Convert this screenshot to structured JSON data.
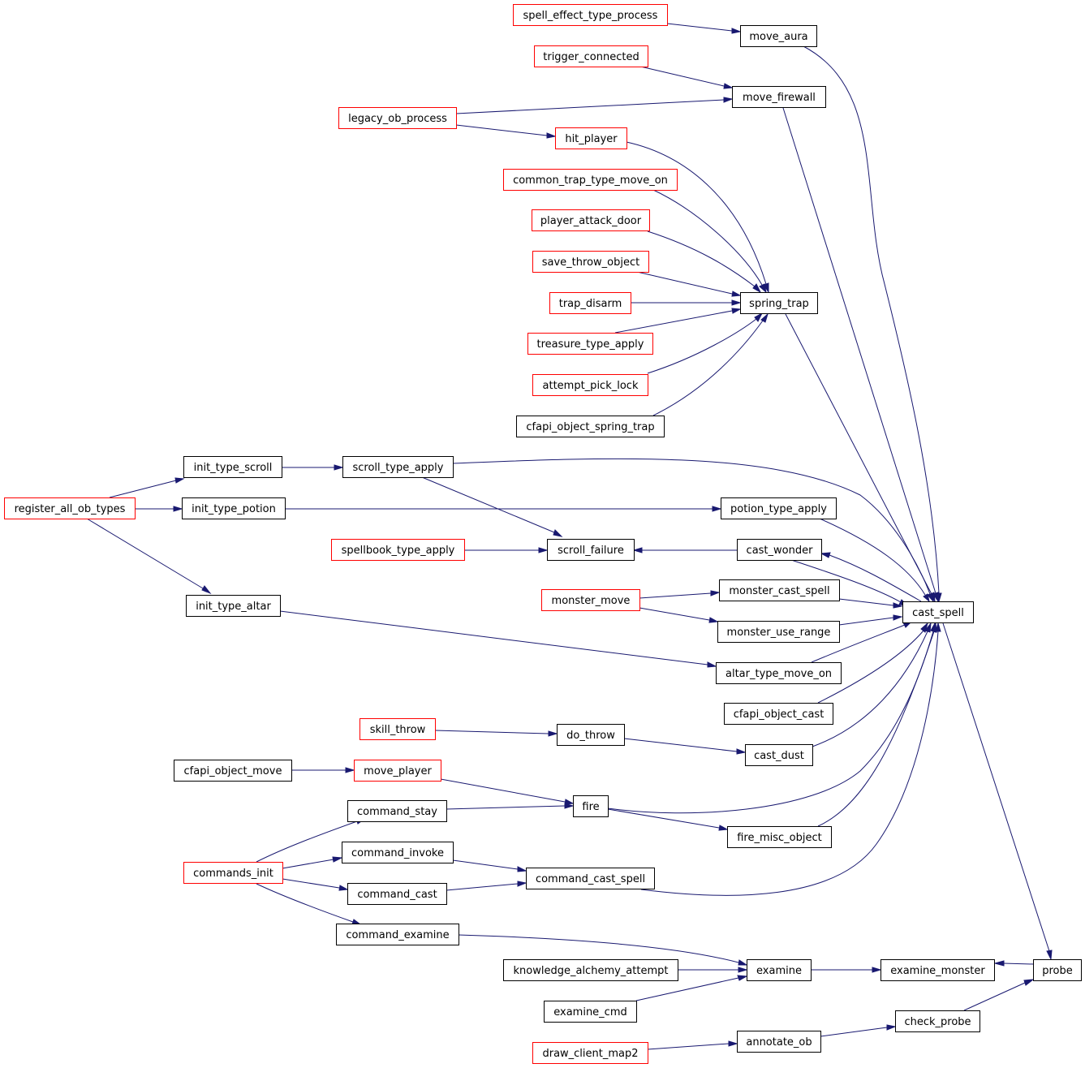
{
  "diagram": {
    "colors": {
      "edge": "#191970",
      "border_linked": "#ff0000",
      "border_plain": "#000000",
      "focus_fill": "#bfbfbf"
    },
    "nodes": [
      {
        "id": "probe",
        "label": "probe",
        "style": "focus"
      },
      {
        "id": "cast_spell",
        "label": "cast_spell",
        "style": "plain"
      },
      {
        "id": "examine_monster",
        "label": "examine_monster",
        "style": "plain"
      },
      {
        "id": "check_probe",
        "label": "check_probe",
        "style": "plain"
      },
      {
        "id": "move_aura",
        "label": "move_aura",
        "style": "plain"
      },
      {
        "id": "move_firewall",
        "label": "move_firewall",
        "style": "plain"
      },
      {
        "id": "spring_trap",
        "label": "spring_trap",
        "style": "plain"
      },
      {
        "id": "scroll_type_apply",
        "label": "scroll_type_apply",
        "style": "plain"
      },
      {
        "id": "potion_type_apply",
        "label": "potion_type_apply",
        "style": "plain"
      },
      {
        "id": "cast_wonder",
        "label": "cast_wonder",
        "style": "plain"
      },
      {
        "id": "monster_cast_spell",
        "label": "monster_cast_spell",
        "style": "plain"
      },
      {
        "id": "monster_use_range",
        "label": "monster_use_range",
        "style": "plain"
      },
      {
        "id": "altar_type_move_on",
        "label": "altar_type_move_on",
        "style": "plain"
      },
      {
        "id": "cfapi_object_cast",
        "label": "cfapi_object_cast",
        "style": "plain"
      },
      {
        "id": "cast_dust",
        "label": "cast_dust",
        "style": "plain"
      },
      {
        "id": "fire",
        "label": "fire",
        "style": "plain"
      },
      {
        "id": "fire_misc_object",
        "label": "fire_misc_object",
        "style": "plain"
      },
      {
        "id": "command_cast_spell",
        "label": "command_cast_spell",
        "style": "plain"
      },
      {
        "id": "examine",
        "label": "examine",
        "style": "plain"
      },
      {
        "id": "annotate_ob",
        "label": "annotate_ob",
        "style": "plain"
      },
      {
        "id": "spell_effect_type_process",
        "label": "spell_effect_type_process",
        "style": "linked"
      },
      {
        "id": "trigger_connected",
        "label": "trigger_connected",
        "style": "linked"
      },
      {
        "id": "legacy_ob_process",
        "label": "legacy_ob_process",
        "style": "linked"
      },
      {
        "id": "hit_player",
        "label": "hit_player",
        "style": "linked"
      },
      {
        "id": "common_trap_type_move_on",
        "label": "common_trap_type_move_on",
        "style": "linked"
      },
      {
        "id": "player_attack_door",
        "label": "player_attack_door",
        "style": "linked"
      },
      {
        "id": "save_throw_object",
        "label": "save_throw_object",
        "style": "linked"
      },
      {
        "id": "trap_disarm",
        "label": "trap_disarm",
        "style": "linked"
      },
      {
        "id": "treasure_type_apply",
        "label": "treasure_type_apply",
        "style": "linked"
      },
      {
        "id": "attempt_pick_lock",
        "label": "attempt_pick_lock",
        "style": "linked"
      },
      {
        "id": "cfapi_object_spring_trap",
        "label": "cfapi_object_spring_trap",
        "style": "plain"
      },
      {
        "id": "init_type_scroll",
        "label": "init_type_scroll",
        "style": "plain"
      },
      {
        "id": "register_all_ob_types",
        "label": "register_all_ob_types",
        "style": "linked"
      },
      {
        "id": "init_type_potion",
        "label": "init_type_potion",
        "style": "plain"
      },
      {
        "id": "scroll_failure",
        "label": "scroll_failure",
        "style": "plain"
      },
      {
        "id": "spellbook_type_apply",
        "label": "spellbook_type_apply",
        "style": "linked"
      },
      {
        "id": "init_type_altar",
        "label": "init_type_altar",
        "style": "plain"
      },
      {
        "id": "monster_move",
        "label": "monster_move",
        "style": "linked"
      },
      {
        "id": "skill_throw",
        "label": "skill_throw",
        "style": "linked"
      },
      {
        "id": "do_throw",
        "label": "do_throw",
        "style": "plain"
      },
      {
        "id": "cfapi_object_move",
        "label": "cfapi_object_move",
        "style": "plain"
      },
      {
        "id": "move_player",
        "label": "move_player",
        "style": "linked"
      },
      {
        "id": "command_stay",
        "label": "command_stay",
        "style": "plain"
      },
      {
        "id": "commands_init",
        "label": "commands_init",
        "style": "linked"
      },
      {
        "id": "command_invoke",
        "label": "command_invoke",
        "style": "plain"
      },
      {
        "id": "command_cast",
        "label": "command_cast",
        "style": "plain"
      },
      {
        "id": "command_examine",
        "label": "command_examine",
        "style": "plain"
      },
      {
        "id": "knowledge_alchemy_attempt",
        "label": "knowledge_alchemy_attempt",
        "style": "plain"
      },
      {
        "id": "examine_cmd",
        "label": "examine_cmd",
        "style": "plain"
      },
      {
        "id": "draw_client_map2",
        "label": "draw_client_map2",
        "style": "linked"
      }
    ],
    "edges": [
      {
        "from": "cast_spell",
        "to": "probe"
      },
      {
        "from": "probe",
        "to": "examine_monster"
      },
      {
        "from": "check_probe",
        "to": "probe"
      },
      {
        "from": "move_aura",
        "to": "cast_spell"
      },
      {
        "from": "move_firewall",
        "to": "cast_spell"
      },
      {
        "from": "spring_trap",
        "to": "cast_spell"
      },
      {
        "from": "scroll_type_apply",
        "to": "cast_spell"
      },
      {
        "from": "potion_type_apply",
        "to": "cast_spell"
      },
      {
        "from": "cast_wonder",
        "to": "cast_spell"
      },
      {
        "from": "cast_spell",
        "to": "cast_wonder"
      },
      {
        "from": "monster_cast_spell",
        "to": "cast_spell"
      },
      {
        "from": "monster_use_range",
        "to": "cast_spell"
      },
      {
        "from": "altar_type_move_on",
        "to": "cast_spell"
      },
      {
        "from": "cfapi_object_cast",
        "to": "cast_spell"
      },
      {
        "from": "cast_dust",
        "to": "cast_spell"
      },
      {
        "from": "fire",
        "to": "cast_spell"
      },
      {
        "from": "fire_misc_object",
        "to": "cast_spell"
      },
      {
        "from": "command_cast_spell",
        "to": "cast_spell"
      },
      {
        "from": "spell_effect_type_process",
        "to": "move_aura"
      },
      {
        "from": "trigger_connected",
        "to": "move_firewall"
      },
      {
        "from": "legacy_ob_process",
        "to": "move_firewall"
      },
      {
        "from": "legacy_ob_process",
        "to": "hit_player"
      },
      {
        "from": "hit_player",
        "to": "spring_trap"
      },
      {
        "from": "common_trap_type_move_on",
        "to": "spring_trap"
      },
      {
        "from": "player_attack_door",
        "to": "spring_trap"
      },
      {
        "from": "save_throw_object",
        "to": "spring_trap"
      },
      {
        "from": "trap_disarm",
        "to": "spring_trap"
      },
      {
        "from": "treasure_type_apply",
        "to": "spring_trap"
      },
      {
        "from": "attempt_pick_lock",
        "to": "spring_trap"
      },
      {
        "from": "cfapi_object_spring_trap",
        "to": "spring_trap"
      },
      {
        "from": "init_type_scroll",
        "to": "scroll_type_apply"
      },
      {
        "from": "register_all_ob_types",
        "to": "init_type_scroll"
      },
      {
        "from": "register_all_ob_types",
        "to": "init_type_potion"
      },
      {
        "from": "register_all_ob_types",
        "to": "init_type_altar"
      },
      {
        "from": "init_type_potion",
        "to": "potion_type_apply"
      },
      {
        "from": "scroll_type_apply",
        "to": "scroll_failure"
      },
      {
        "from": "spellbook_type_apply",
        "to": "scroll_failure"
      },
      {
        "from": "cast_wonder",
        "to": "scroll_failure"
      },
      {
        "from": "init_type_altar",
        "to": "altar_type_move_on"
      },
      {
        "from": "monster_move",
        "to": "monster_cast_spell"
      },
      {
        "from": "monster_move",
        "to": "monster_use_range"
      },
      {
        "from": "skill_throw",
        "to": "do_throw"
      },
      {
        "from": "do_throw",
        "to": "cast_dust"
      },
      {
        "from": "cfapi_object_move",
        "to": "move_player"
      },
      {
        "from": "move_player",
        "to": "fire"
      },
      {
        "from": "command_stay",
        "to": "fire"
      },
      {
        "from": "fire",
        "to": "fire_misc_object"
      },
      {
        "from": "commands_init",
        "to": "command_stay"
      },
      {
        "from": "commands_init",
        "to": "command_invoke"
      },
      {
        "from": "commands_init",
        "to": "command_cast"
      },
      {
        "from": "commands_init",
        "to": "command_examine"
      },
      {
        "from": "command_invoke",
        "to": "command_cast_spell"
      },
      {
        "from": "command_cast",
        "to": "command_cast_spell"
      },
      {
        "from": "command_examine",
        "to": "examine"
      },
      {
        "from": "knowledge_alchemy_attempt",
        "to": "examine"
      },
      {
        "from": "examine_cmd",
        "to": "examine"
      },
      {
        "from": "examine",
        "to": "examine_monster"
      },
      {
        "from": "annotate_ob",
        "to": "check_probe"
      },
      {
        "from": "draw_client_map2",
        "to": "annotate_ob"
      }
    ]
  }
}
